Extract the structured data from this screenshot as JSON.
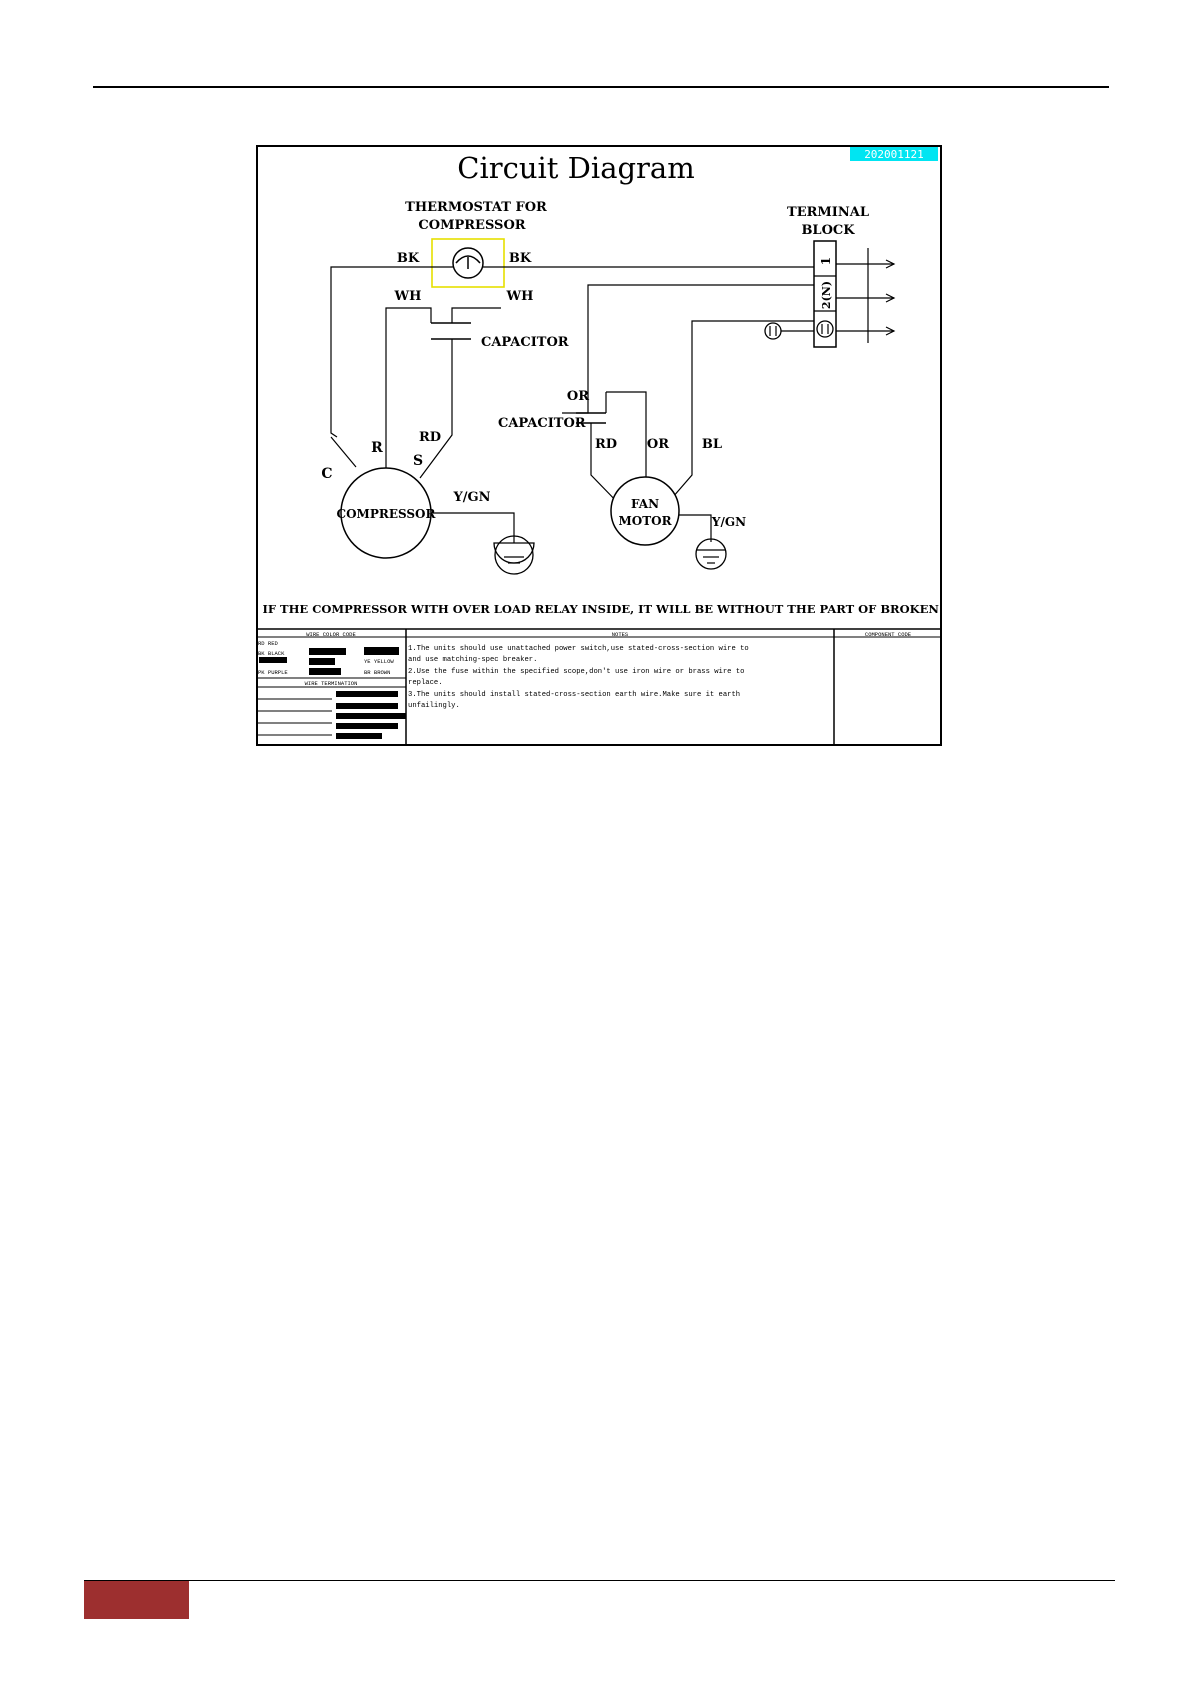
{
  "diagram": {
    "title": "Circuit Diagram",
    "drawing_number": "202001121",
    "thermostat_label_line1": "THERMOSTAT FOR",
    "thermostat_label_line2": "COMPRESSOR",
    "terminal_block_line1": "TERMINAL",
    "terminal_block_line2": "BLOCK",
    "terminals": [
      "1",
      "2(N)"
    ],
    "wire_labels": {
      "bk_left": "BK",
      "bk_right": "BK",
      "wh_left": "WH",
      "wh_right": "WH",
      "rd_comp": "RD",
      "or_top": "OR",
      "rd_fan": "RD",
      "or_fan": "OR",
      "bl": "BL",
      "ygn_comp": "Y/GN",
      "ygn_fan": "Y/GN"
    },
    "capacitor_1": "CAPACITOR",
    "capacitor_2": "CAPACITOR",
    "compressor_terminals": {
      "c": "C",
      "r": "R",
      "s": "S"
    },
    "compressor": "COMPRESSOR",
    "fan_motor_line1": "FAN",
    "fan_motor_line2": "MOTOR",
    "note": "NOTE: IF THE COMPRESSOR WITH OVER LOAD RELAY INSIDE, IT WILL BE WITHOUT THE PART OF BROKEN LINE"
  },
  "legend": {
    "wire_color_code_title": "WIRE COLOR CODE",
    "colors": [
      "RD RED",
      "BK BLACK",
      "YE YELLOW",
      "PK PURPLE",
      "BR BROWN"
    ],
    "wire_termination_title": "WIRE TERMINATION",
    "notes_title": "NOTES",
    "notes": [
      "1.The units should use unattached power switch,use stated-cross-section wire to",
      "  and use matching-spec breaker.",
      "2.Use the fuse within the specified scope,don't use iron wire or brass wire to",
      "  replace.",
      "3.The units should install stated-cross-section earth wire.Make sure it earth",
      "  unfailingly."
    ],
    "component_code_title": "COMPONENT CODE"
  }
}
